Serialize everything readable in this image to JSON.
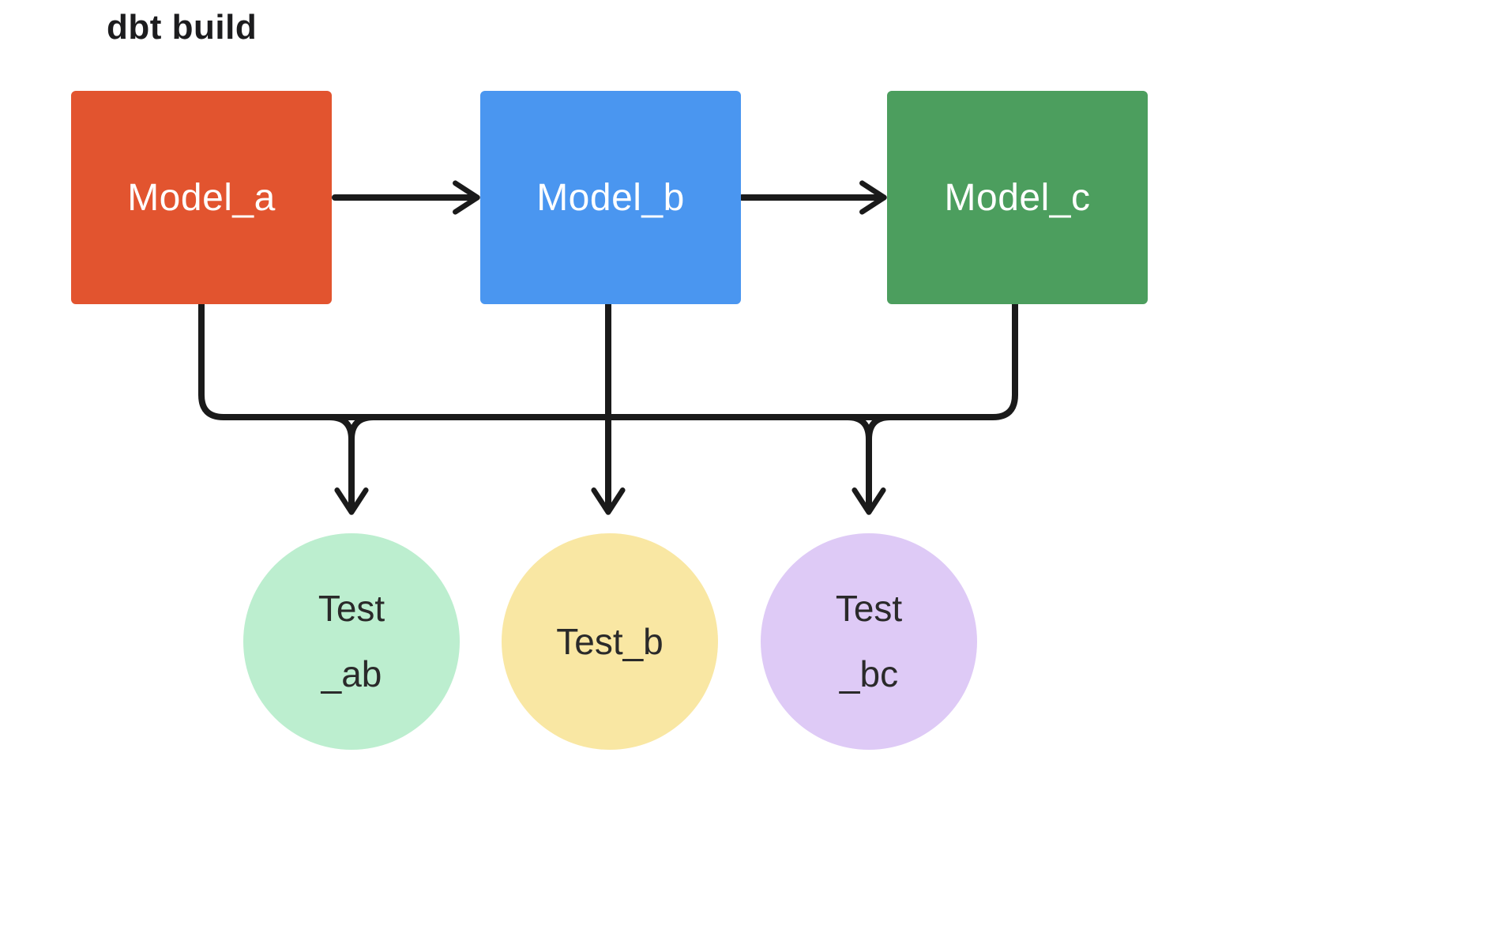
{
  "title": "dbt build",
  "colors": {
    "background": "#ffffff",
    "arrow": "#1a1a1a",
    "title_text": "#1c1c1e",
    "model_text": "#ffffff",
    "test_text": "#2a2a2a"
  },
  "models": [
    {
      "id": "model_a",
      "label": "Model_a",
      "color": "#e2542f"
    },
    {
      "id": "model_b",
      "label": "Model_b",
      "color": "#4a96f0"
    },
    {
      "id": "model_c",
      "label": "Model_c",
      "color": "#4c9e5e"
    }
  ],
  "tests": [
    {
      "id": "test_ab",
      "line1": "Test",
      "line2": "_ab",
      "color": "#bceecf"
    },
    {
      "id": "test_b",
      "line1": "Test_b",
      "line2": "",
      "color": "#f9e7a3"
    },
    {
      "id": "test_bc",
      "line1": "Test",
      "line2": "_bc",
      "color": "#decaf6"
    }
  ],
  "edges": [
    {
      "from": "Model_a",
      "to": "Model_b"
    },
    {
      "from": "Model_b",
      "to": "Model_c"
    },
    {
      "from": "Model_a",
      "to": "Test_ab"
    },
    {
      "from": "Model_b",
      "to": "Test_ab"
    },
    {
      "from": "Model_b",
      "to": "Test_b"
    },
    {
      "from": "Model_b",
      "to": "Test_bc"
    },
    {
      "from": "Model_c",
      "to": "Test_bc"
    }
  ]
}
